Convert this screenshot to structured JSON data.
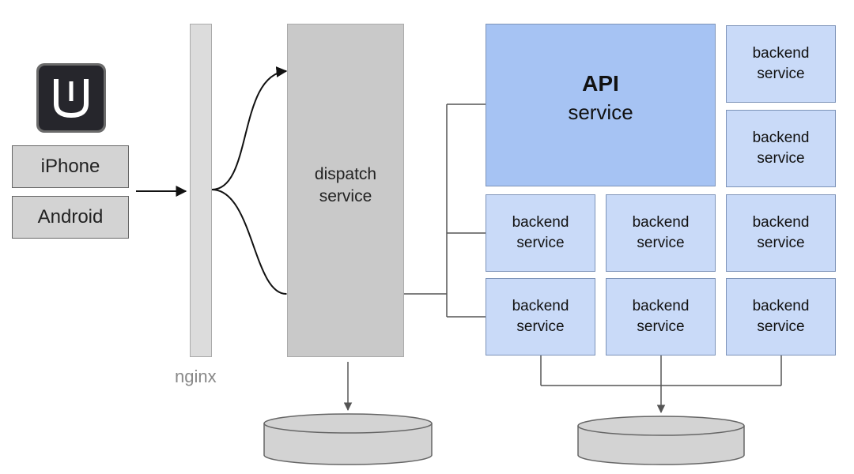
{
  "logo": {
    "icon": "uber-u-logo-icon"
  },
  "clients": {
    "iphone": "iPhone",
    "android": "Android"
  },
  "nginx": {
    "label": "nginx"
  },
  "dispatch": {
    "line1": "dispatch",
    "line2": "service"
  },
  "api": {
    "line1": "API",
    "line2": "service"
  },
  "backend": {
    "line1": "backend",
    "line2": "service"
  },
  "colors": {
    "api_fill": "#a6c3f3",
    "backend_fill": "#c9daf8",
    "gray_fill": "#c9c9c9",
    "line": "#555555"
  }
}
